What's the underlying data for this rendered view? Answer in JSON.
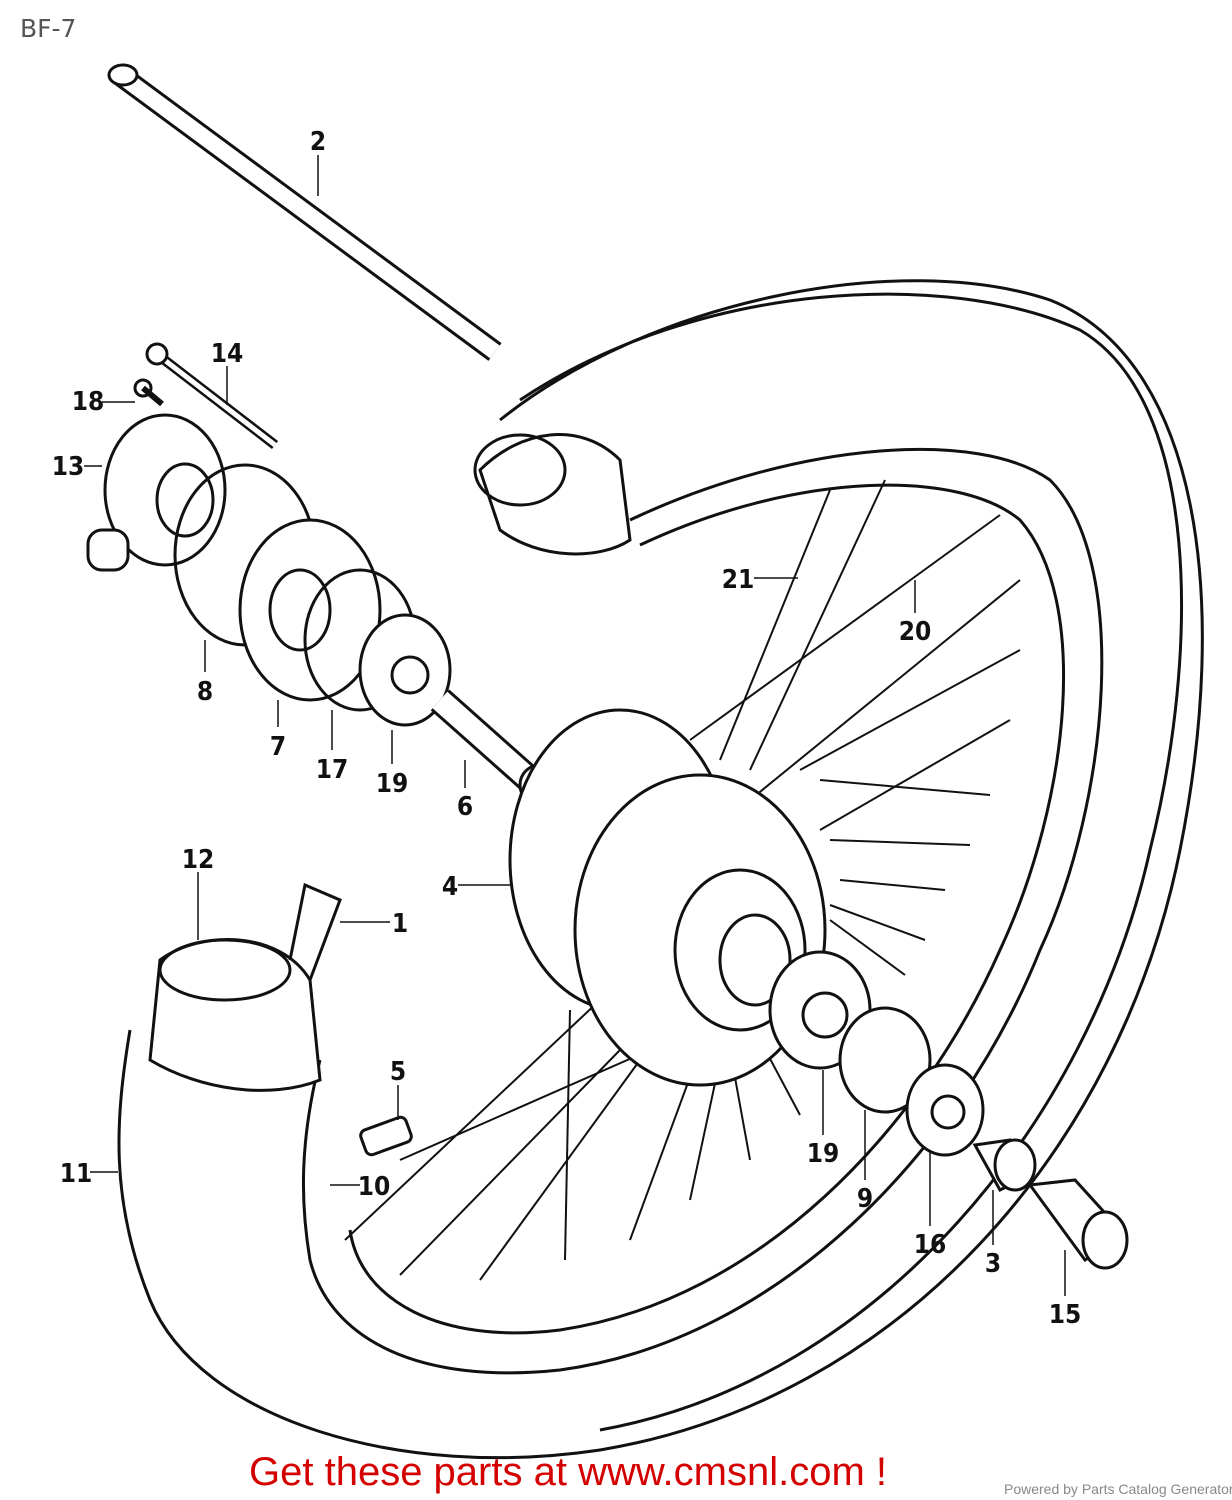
{
  "diagram_code": "BF-7",
  "callouts": [
    "2",
    "14",
    "18",
    "13",
    "8",
    "7",
    "17",
    "19",
    "6",
    "4",
    "1",
    "12",
    "5",
    "11",
    "10",
    "21",
    "20",
    "19",
    "9",
    "16",
    "3",
    "15"
  ],
  "footer": {
    "cta": "Get these parts at www.cmsnl.com !",
    "powered_by": "Powered by Parts Catalog Generator"
  },
  "colors": {
    "cta": "#d40000",
    "line": "#111111"
  }
}
